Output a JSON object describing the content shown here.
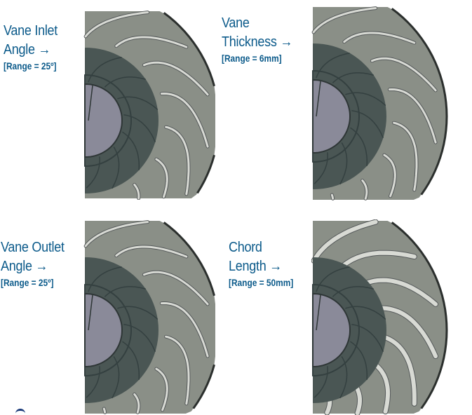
{
  "panels": [
    {
      "title1": "Vane Inlet",
      "title2": "Angle →",
      "range": "[Range = 25º]",
      "vane_style": "thin"
    },
    {
      "title1": "Vane",
      "title2": "Thickness →",
      "range": "[Range = 6mm]",
      "vane_style": "thin"
    },
    {
      "title1": "Vane Outlet",
      "title2": "Angle →",
      "range": "[Range = 25º]",
      "vane_style": "thin"
    },
    {
      "title1": "Chord",
      "title2": "Length →",
      "range": "[Range = 50mm]",
      "vane_style": "thick"
    }
  ],
  "colors": {
    "text": "#0b5a8a",
    "disc": "#8a8f87",
    "hub": "#4a5654",
    "eye": "#8a8a99",
    "rim": "#2b2f2d"
  }
}
